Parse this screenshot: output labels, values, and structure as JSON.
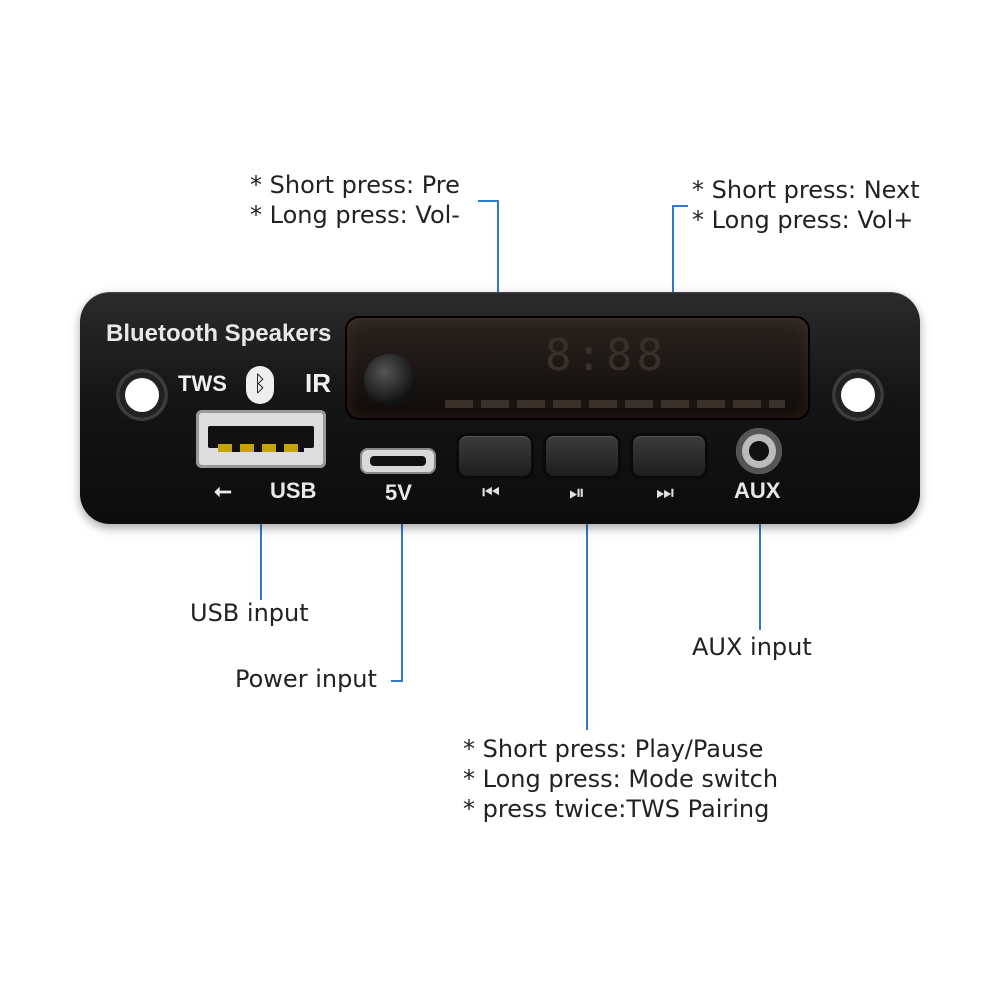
{
  "annotations": {
    "prev": [
      "* Short press: Pre",
      "* Long press: Vol-"
    ],
    "next": [
      "* Short press: Next",
      "* Long press: Vol+"
    ],
    "play": [
      "* Short press: Play/Pause",
      "* Long press: Mode switch",
      "* press twice:TWS Pairing"
    ],
    "usb": "USB input",
    "power": "Power input",
    "aux": "AUX input"
  },
  "panel": {
    "title": "Bluetooth Speakers",
    "tws": "TWS",
    "bluetooth_symbol": "ᛒ",
    "ir": "IR",
    "usb_label": "USB",
    "power_label": "5V",
    "aux_label": "AUX",
    "display_digits": "8:88",
    "icons": {
      "prev": "⏮",
      "play_pause": "⏯",
      "next": "⏭",
      "usb_symbol": "⭠"
    }
  },
  "colors": {
    "leader_line": "#2f7ac8",
    "panel": "#151515"
  }
}
